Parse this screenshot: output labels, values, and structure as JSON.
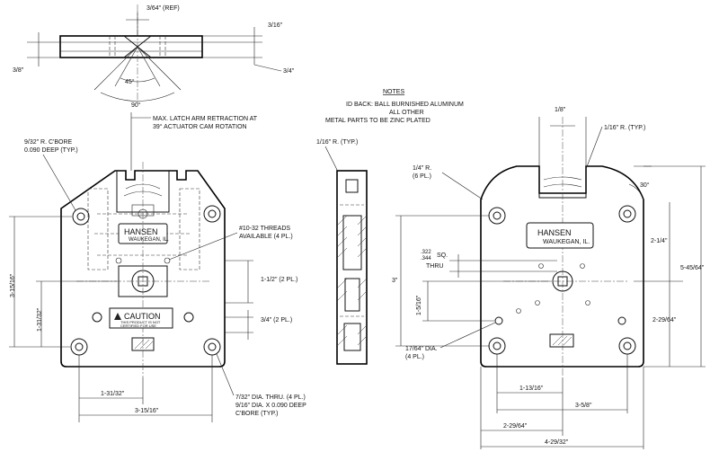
{
  "top_view": {
    "dim_ref": "3/64\" (REF)",
    "dim_3_16": "3/16\"",
    "dim_3_8": "3/8\"",
    "dim_3_4": "3/4\"",
    "angle_45": "45°",
    "angle_90": "90°"
  },
  "notes": {
    "title": "NOTES",
    "line1": "ID BACK: BALL BURNISHED ALUMINUM",
    "line2": "ALL OTHER",
    "line3": "METAL PARTS TO BE ZINC PLATED"
  },
  "left_view": {
    "latch_note_1": "MAX. LATCH ARM RETRACTION AT",
    "latch_note_2": "39° ACTUATOR CAM ROTATION",
    "cbore_note_1": "9/32\" R. C'BORE",
    "cbore_note_2": "0.090 DEEP (TYP.)",
    "threads_note_1": "#10-32 THREADS",
    "threads_note_2": "AVAILABLE (4 PL.)",
    "dim_1_1_2": "1-1/2\" (2 PL.)",
    "dim_3_4_2pl": "3/4\" (2 PL.)",
    "dim_3_15_16_v": "3-15/16\"",
    "dim_1_31_32_v": "1-31/32\"",
    "dim_1_31_32_h": "1-31/32\"",
    "dim_3_15_16_h": "3-15/16\"",
    "hole_note_1": "7/32\" DIA. THRU. (4 PL.)",
    "hole_note_2": "9/16\" DIA. X 0.090 DEEP",
    "hole_note_3": "C'BORE (TYP.)",
    "label_brand": "HANSEN",
    "label_city": "WAUKEGAN, IL.",
    "caution_title": "CAUTION",
    "caution_sub1": "THIS PRODUCT IS NOT",
    "caution_sub2": "CERTIFIED FOR USE"
  },
  "side_view": {
    "radius_note": "1/16\" R. (TYP.)"
  },
  "right_view": {
    "dim_1_8": "1/8\"",
    "radius_1_16": "1/16\" R. (TYP.)",
    "radius_1_4_1": "1/4\" R.",
    "radius_1_4_2": "(6 PL.)",
    "angle_30": "30°",
    "label_brand": "HANSEN",
    "label_city": "WAUKEGAN, IL.",
    "sq_1": ".322",
    "sq_2": ".344",
    "sq_3": "SQ.",
    "sq_4": "THRU",
    "dim_3": "3\"",
    "dim_1_5_16": "1-5/16\"",
    "dim_2_1_4": "2-1/4\"",
    "dim_5_45_64": "5-45/64\"",
    "dim_2_29_64_v": "2-29/64\"",
    "hole_1": "17/64\" DIA.",
    "hole_2": "(4 PL.)",
    "dim_1_13_16": "1-13/16\"",
    "dim_3_5_8": "3-5/8\"",
    "dim_2_29_64_h": "2-29/64\"",
    "dim_4_29_32": "4-29/32\""
  }
}
